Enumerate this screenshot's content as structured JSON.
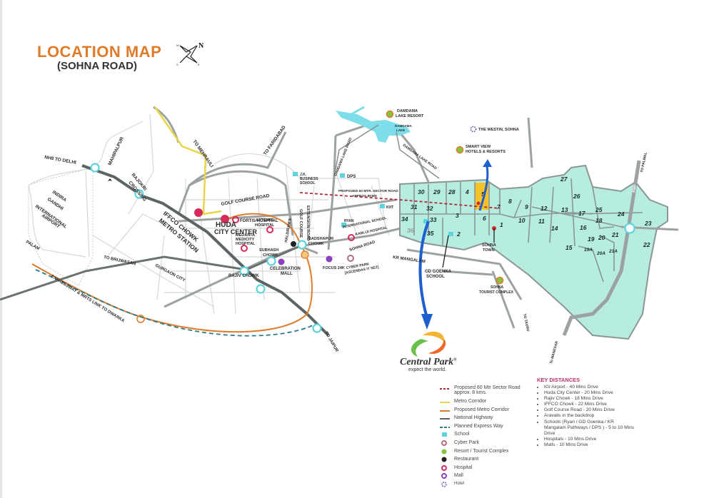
{
  "header": {
    "title": "LOCATION MAP",
    "subtitle": "(SOHNA ROAD)",
    "compass": {
      "n": "N",
      "s": "S",
      "e": "E",
      "w": "W"
    }
  },
  "map": {
    "places": {
      "nh8": "NH8 TO DELHI",
      "mahipalpur": "MAHIPALPUR",
      "rajokri": "RAJOKRI",
      "crossing": "CROSSING",
      "airport1": "INDIRA",
      "airport2": "GANDHI",
      "airport3": "INTERNATIONAL",
      "airport4": "AIRPORT",
      "mehrauli": "TO MEHRAULI",
      "faridabad": "TO FARIDABAD",
      "golf_course_road": "GOLF COURSE ROAD",
      "iffco1": "IFFCO CHOWK",
      "iffco2": "METRO STATION",
      "huda1": "HUDA",
      "huda2": "CITY CENTER",
      "fortis": "FORTIS HOSPITAL",
      "artemis1": "ARTEMIS",
      "artemis2": "HOSPITAL",
      "medanta1": "MEDANTA",
      "medanta2": "MEDICITY",
      "medanta3": "HOSPITAL",
      "subhash1": "SUBHASH",
      "subhash2": "CHOWK",
      "rajiv": "RAJIV CHOWK",
      "celebration1": "CELEBRATION",
      "celebration2": "MALL",
      "haldiram": "HALDIRAM'S",
      "gcer1": "GOLF COURSE",
      "gcer2": "EXTENSION ROAD",
      "badshahpur1": "BADSHAPUR",
      "badshahpur2": "CHOWK",
      "jk1": "J.K.",
      "jk2": "BUSINESS",
      "jk3": "SCHOOL",
      "dps": "DPS",
      "kiit": "KIIT",
      "ryan1": "RYAN",
      "ryan2": "INTERNATIONAL SCHOOL",
      "kabliji": "KABLIJI HOSPITAL",
      "sohna_road": "SOHNA ROAD",
      "focus24": "FOCUS 24K",
      "cyber1": "CYBER PARK",
      "cyber2": "[ASCENDAS IT SEZ]",
      "kr": "KR MANGALAM",
      "gdg1": "GD GOENKA",
      "gdg2": "SCHOOL",
      "sohna_town1": "SOHNA",
      "sohna_town2": "TOWN",
      "tourist1": "SOHNA",
      "tourist2": "TOURIST COMPLEX",
      "tauru": "TO TAURU",
      "manesar": "To MANESAR",
      "palwal": "TO PALWAL",
      "kmp": "KMP",
      "jaipur": "TO JAIPUR",
      "palam": "PALAM",
      "bijwasan": "TO BRIJWASAN",
      "gurgaon": "GURGAON CITY",
      "expressway": "EXPRESSWAY & MRTS LINK TO DWARKA",
      "dlr1": "DAMDAMA LAKE ROAD",
      "dlr2": "DAMDAMA LAKE ROAD",
      "lake1": "DAMDAMA",
      "lake2": "LAKE",
      "resort1": "DAMDAMA",
      "resort2": "LAKE RESORT",
      "westin": "THE WESTIN, SOHNA",
      "smart1": "SMART VIEW",
      "smart2": "HOTELS & RESORTS",
      "proposed1": "PROPOSED 60 MTR. SECTOR ROAD",
      "proposed2": "APPROX.8KMS"
    },
    "sectors": [
      "30",
      "29",
      "28",
      "4",
      "5",
      "31",
      "32",
      "3",
      "6",
      "7",
      "8",
      "34",
      "33",
      "36",
      "35",
      "2",
      "1",
      "9",
      "10",
      "12",
      "11",
      "14",
      "13",
      "27",
      "26",
      "25",
      "17",
      "16",
      "18",
      "24",
      "23",
      "19",
      "20",
      "21",
      "15",
      "19A",
      "20A",
      "21A",
      "22"
    ]
  },
  "brand": {
    "name": "Central Park",
    "reg": "®",
    "tagline": "expect the world."
  },
  "legend": {
    "items": [
      {
        "label": "Proposed 60 Mtr Sector Road",
        "label2": "approx. 8 kms.",
        "symbol": "dashed-red-line"
      },
      {
        "label": "Metro Corridor",
        "symbol": "yellow-line"
      },
      {
        "label": "Proposed Metro Corridor",
        "symbol": "orange-line"
      },
      {
        "label": "National Highway",
        "symbol": "gray-line"
      },
      {
        "label": "Planned Express Way",
        "symbol": "dashed-teal-line"
      },
      {
        "label": "School",
        "symbol": "school-icon"
      },
      {
        "label": "Cyber Park",
        "symbol": "cyber-park-icon"
      },
      {
        "label": "Resort / Tourist Complex",
        "symbol": "resort-icon"
      },
      {
        "label": "Restaurant",
        "symbol": "restaurant-icon"
      },
      {
        "label": "Hospital",
        "symbol": "hospital-icon"
      },
      {
        "label": "Mall",
        "symbol": "mall-icon"
      },
      {
        "label": "Hotel",
        "symbol": "hotel-icon"
      }
    ],
    "colors": {
      "sector_road": "#b0283c",
      "metro": "#e8d548",
      "proposed_metro": "#e07b2a",
      "highway": "#5c6466",
      "expressway": "#2a7d8c",
      "sector_fill": "#b7ece0",
      "highlight_sector": "#f3c22b",
      "arrow": "#1d5fcf"
    }
  },
  "key_distances": {
    "heading": "KEY DISTANCES",
    "items": [
      "IGI Airport - 40 Mins Drive",
      "Huda City Center - 20 Mins Drive",
      "Rajiv Chowk - 18 Mins Drive",
      "IFFCO Chowk - 22 Mins Drive",
      "Golf Course Road - 20 Mins Drive",
      "Aravalis in the backdrop",
      "Schools (Ryan / GD Goenka / KR Mangalam Pathways / DPS ) - 5 to 10 Mins Drive",
      "Hospitals - 10 Mins Drive",
      "Malls - 10 Mins Drive"
    ]
  }
}
